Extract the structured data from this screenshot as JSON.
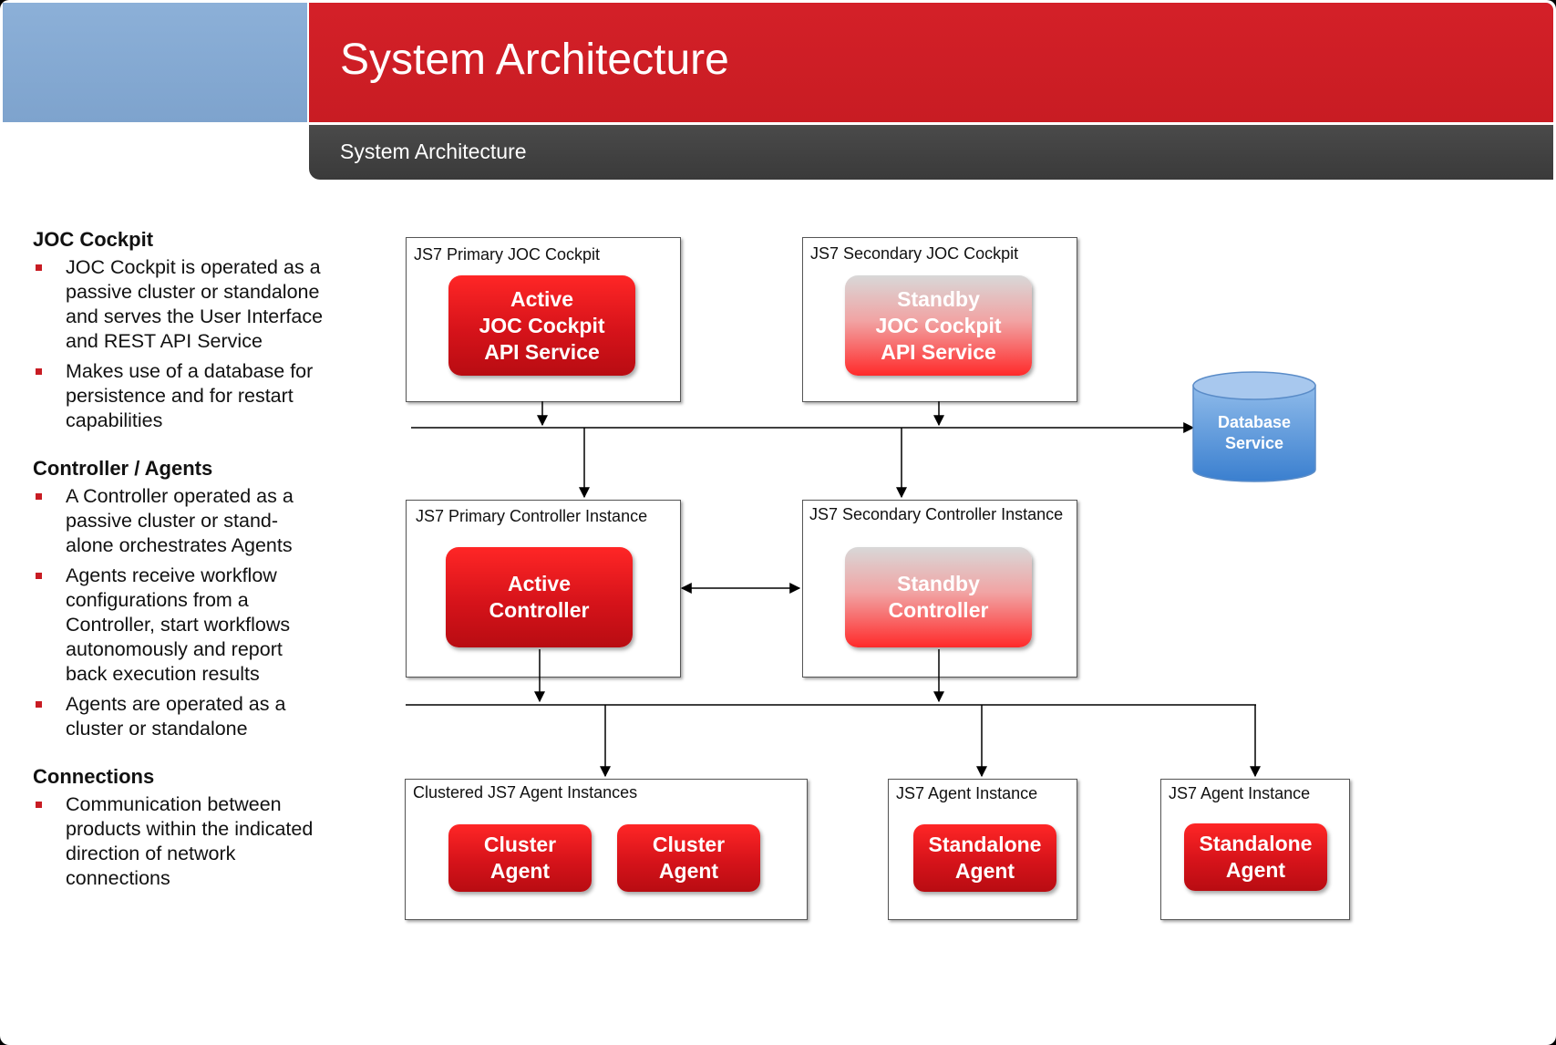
{
  "header": {
    "title": "System Architecture",
    "subtitle": "System Architecture"
  },
  "sidebar": {
    "sections": [
      {
        "title": "JOC Cockpit",
        "bullets": [
          "JOC Cockpit is operated as a passive cluster or standalone and serves the User Interface and REST API Service",
          "Makes use of a database for persistence and for restart capabilities"
        ]
      },
      {
        "title": "Controller / Agents",
        "bullets": [
          "A Controller operated as a passive cluster or stand-alone orchestrates Agents",
          "Agents receive workflow configurations from a Controller, start workflows autonomously and report back execution results",
          "Agents are operated as a cluster or standalone"
        ]
      },
      {
        "title": "Connections",
        "bullets": [
          "Communication between products within the indicated direction of network connections"
        ]
      }
    ]
  },
  "diagram": {
    "primary_joc": {
      "label": "JS7 Primary JOC Cockpit",
      "node": "Active\nJOC Cockpit\nAPI Service"
    },
    "secondary_joc": {
      "label": "JS7 Secondary JOC Cockpit",
      "node": "Standby\nJOC Cockpit\nAPI Service"
    },
    "database": "Database\nService",
    "primary_controller": {
      "label": "JS7 Primary Controller Instance",
      "node": "Active\nController"
    },
    "secondary_controller": {
      "label": "JS7 Secondary Controller Instance",
      "node": "Standby\nController"
    },
    "clustered_agents": {
      "label": "Clustered JS7 Agent Instances",
      "node1": "Cluster\nAgent",
      "node2": "Cluster\nAgent"
    },
    "agent_instance_1": {
      "label": "JS7 Agent Instance",
      "node": "Standalone\nAgent"
    },
    "agent_instance_2": {
      "label": "JS7 Agent Instance",
      "node": "Standalone\nAgent"
    }
  },
  "colors": {
    "header_red": "#c81c23",
    "header_blue": "#7ea3cd",
    "header_dark": "#404040",
    "database_blue": "#4a90d9"
  }
}
